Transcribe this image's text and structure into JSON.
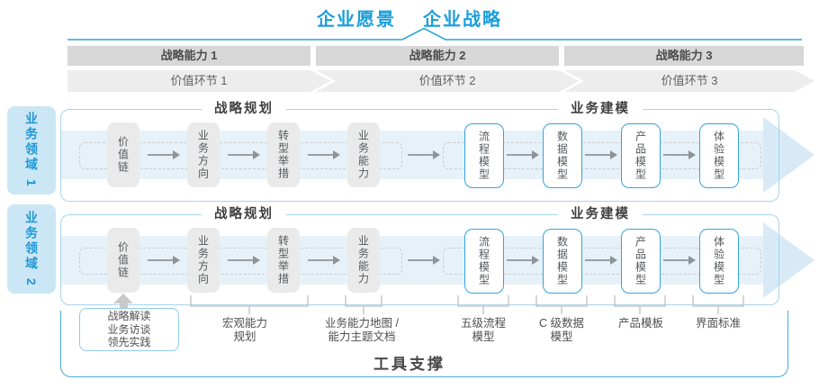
{
  "title": {
    "vision": "企业愿景",
    "strategy": "企业战略"
  },
  "capabilities": [
    "战略能力 1",
    "战略能力 2",
    "战略能力 3"
  ],
  "value_links": [
    "价值环节 1",
    "价值环节 2",
    "价值环节 3"
  ],
  "domains": [
    "业务领域 1",
    "业务领域 2"
  ],
  "zone_headers": {
    "planning": "战略规划",
    "modeling": "业务建模"
  },
  "planning_boxes": [
    "价值链",
    "业务方向",
    "转型举措",
    "业务能力"
  ],
  "modeling_boxes": [
    "流程模型",
    "数据模型",
    "产品模型",
    "体验模型"
  ],
  "annotations": {
    "sources": [
      "战略解读",
      "业务访谈",
      "领先实践"
    ],
    "macro": [
      "宏观能力",
      "规划"
    ],
    "capability_map": [
      "业务能力地图 /",
      "能力主题文档"
    ],
    "process": [
      "五级流程",
      "模型"
    ],
    "data": [
      "C 级数据",
      "模型"
    ],
    "product": "产品模板",
    "ui": "界面标准"
  },
  "footer": "工具支撑",
  "colors": {
    "accent_blue": "#1a9edb",
    "line_blue": "#2ba3da",
    "light_border": "#a9d4ea",
    "box_border_blue": "#35a3da",
    "band_fill": "#e7f1f9",
    "bar_gray": "#d7d7d7",
    "chevron_gray": "#ededed",
    "box_gray": "#eaeaea",
    "domain_fill": "#cbe7f6",
    "domain_text": "#1f97d4"
  }
}
